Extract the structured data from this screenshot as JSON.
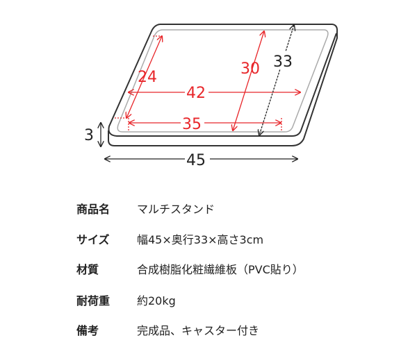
{
  "diagram": {
    "inner_depth": "24",
    "inner_width_top": "42",
    "inner_width_bottom": "35",
    "inner_depth_right": "30",
    "outer_depth": "33",
    "height": "3",
    "outer_width": "45",
    "colors": {
      "inner_dimensions": "#e8262a",
      "outer_dimensions": "#222222"
    }
  },
  "specs": [
    {
      "label": "商品名",
      "value": "マルチスタンド"
    },
    {
      "label": "サイズ",
      "value": "幅45×奥行33×高さ3cm"
    },
    {
      "label": "材質",
      "value": "合成樹脂化粧繊維板（PVC貼り）"
    },
    {
      "label": "耐荷重",
      "value": "約20kg"
    },
    {
      "label": "備考",
      "value": "完成品、キャスター付き"
    }
  ]
}
